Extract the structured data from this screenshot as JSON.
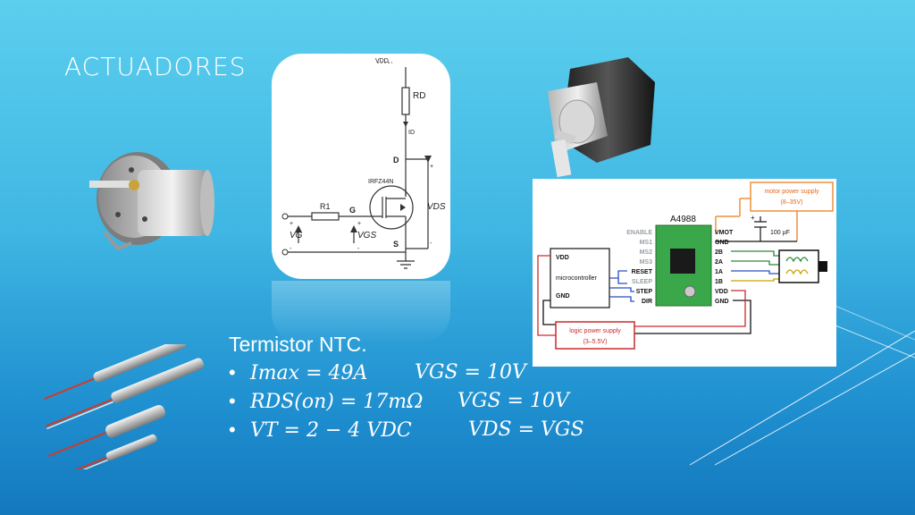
{
  "slide": {
    "title": "ACTUADORES",
    "subtitle": "Termistor NTC.",
    "bullets": [
      {
        "marker": "•",
        "left": "Imax = 49A",
        "right": "VGS = 10V"
      },
      {
        "marker": "•",
        "left": "RDS(on) = 17mΩ",
        "right": "VGS = 10V"
      },
      {
        "marker": "•",
        "left": "VT = 2 − 4 VDC",
        "right": "VDS = VGS"
      }
    ]
  },
  "circuit": {
    "vdd": "VDD",
    "rd": "RD",
    "id": "ID",
    "d": "D",
    "part": "IRFZ44N",
    "r1": "R1",
    "g": "G",
    "vds": "VDS",
    "vg": "VG",
    "vgs": "VGS",
    "s": "S",
    "plus": "+",
    "minus": "-"
  },
  "driver": {
    "chip": "A4988",
    "motor_supply": "motor power supply",
    "motor_range": "(8–35V)",
    "cap": "100 µF",
    "cap_plus": "+",
    "mcu_vdd": "VDD",
    "mcu_label": "microcontroller",
    "mcu_gnd": "GND",
    "logic_supply": "logic power supply",
    "logic_range": "(3–5.5V)",
    "left_pins": [
      "ENABLE",
      "MS1",
      "MS2",
      "MS3",
      "RESET",
      "SLEEP",
      "STEP",
      "DIR"
    ],
    "right_pins": [
      "VMOT",
      "GND",
      "2B",
      "2A",
      "1A",
      "1B",
      "VDD",
      "GND"
    ]
  },
  "colors": {
    "background_top": "#5ccfee",
    "background_bottom": "#1478bd",
    "text": "#ffffff",
    "motor_wire": "#f0903a",
    "logic_wire": "#cc2a2a",
    "board_green": "#3aa84a"
  }
}
